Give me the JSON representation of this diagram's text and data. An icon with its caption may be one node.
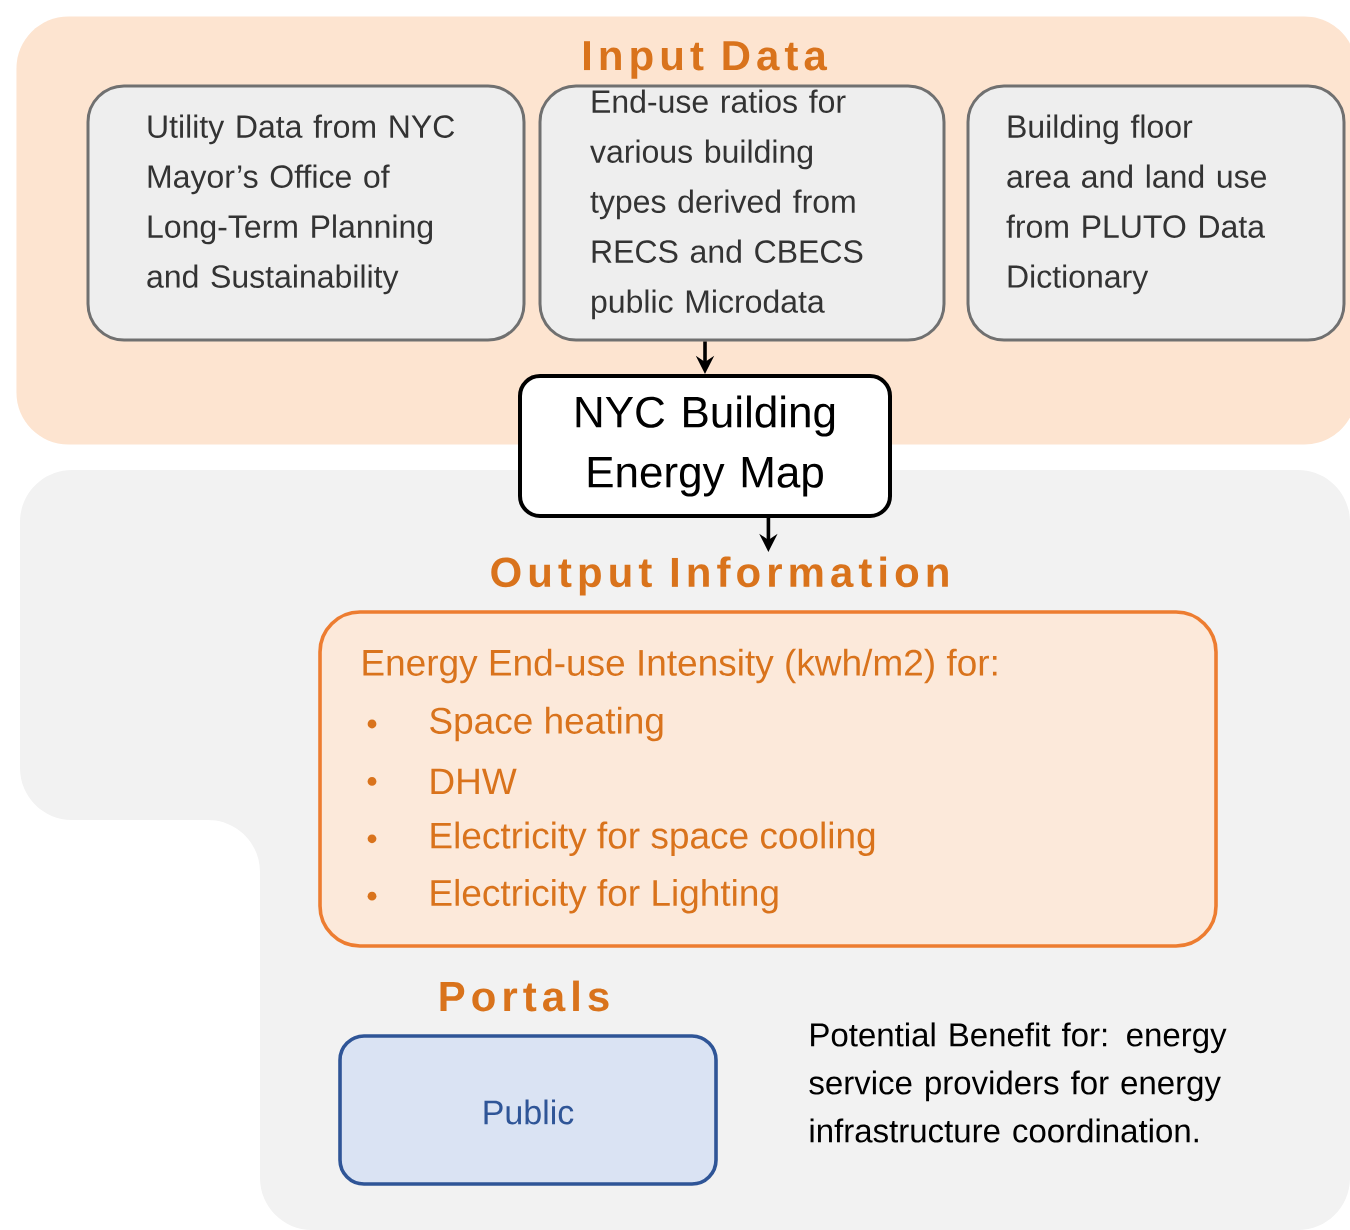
{
  "diagram": {
    "nodes": [
      {
        "text": [
          "Input Data"
        ]
      },
      {
        "text": [
          "Utility Data from NYC Mayor’s Office of Long-Term Planning and Sustainability"
        ],
        "in": 0
      },
      {
        "text": [
          "End-use ratios for various building types derived from RECS and CBECS public Microdata"
        ],
        "in": 0
      },
      {
        "text": [
          "Building floor area and land use from PLUTO Data Dictionary"
        ],
        "in": 0
      },
      {
        "text": [
          "NYC Building Energy Map"
        ]
      },
      {
        "text": [],
        "shape": "box"
      },
      {
        "text": [
          "Output Information",
          "Energy End-use Intensity (kwh/m2) for:",
          "Space heating",
          "DHW",
          "Electricity for space cooling",
          "Electricity for Lighting"
        ],
        "in": 5
      },
      {
        "text": [
          "Portals",
          "Public"
        ],
        "in": 5,
        "beside": [
          "Potential Benefit for: energy service providers for energy infrastructure coordination."
        ]
      }
    ],
    "edges": [
      {
        "from": 2,
        "to": 4,
        "arrow": "to"
      },
      {
        "from": 4,
        "to": 6,
        "arrow": "to"
      }
    ]
  }
}
